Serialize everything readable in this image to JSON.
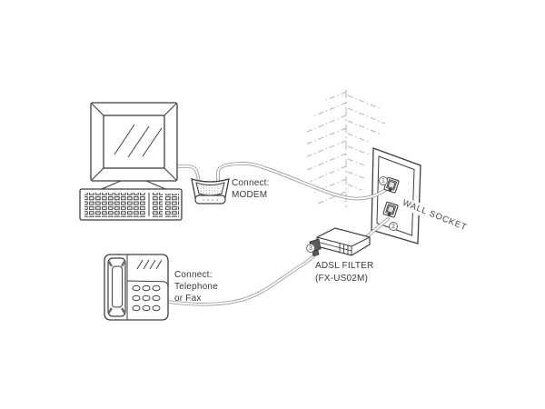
{
  "diagram": {
    "type": "hardware-connection-diagram",
    "labels": {
      "modem": {
        "line1": "Connect:",
        "line2": "MODEM"
      },
      "telephone": {
        "line1": "Connect:",
        "line2": "Telephone",
        "line3": "or Fax"
      },
      "adsl_filter": {
        "line1": "ADSL FILTER",
        "line2": "(FX-US02M)"
      },
      "wall_socket": "WALL SOCKET",
      "callouts": {
        "jack1": "1",
        "jack2": "2",
        "filter_plug": "3"
      }
    },
    "colors": {
      "background": "#ffffff",
      "line": "#3f3f3f",
      "cable": "#999999",
      "wall_hatch": "#b5b5b5",
      "text": "#3a3a3a"
    }
  }
}
